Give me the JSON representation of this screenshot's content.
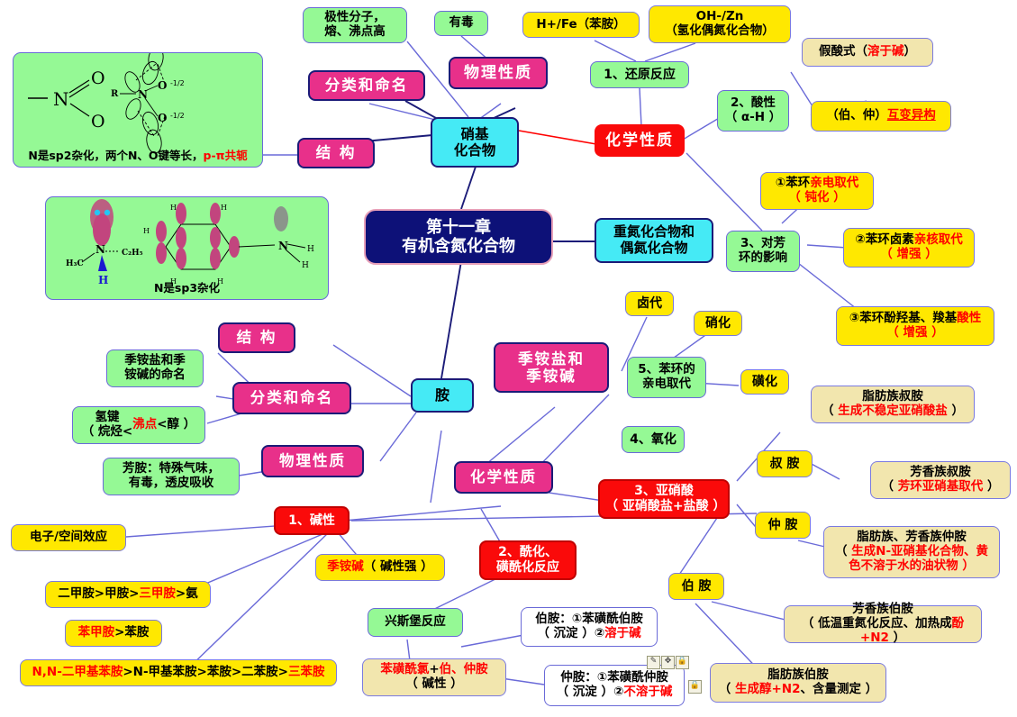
{
  "title": "第十一章 有机含氮化合物 思维导图",
  "colors": {
    "green": "#95f995",
    "yellow": "#ffe800",
    "cream": "#f2e6ae",
    "pink": "#e8308a",
    "cyan": "#45eaf5",
    "red": "#fa0a0a",
    "navy": "#0d1178",
    "link": "#6a6ad8",
    "link_dark": "#1b1b78",
    "link_red": "#ff0000",
    "highlight_text": "#ff0000"
  },
  "center": {
    "label": "第十一章\n有机含氮化合物"
  },
  "branches": {
    "nitro": {
      "label": "硝基\n化合物"
    },
    "amine": {
      "label": "胺"
    },
    "diazo": {
      "label": "重氮化合物和\n偶氮化合物"
    }
  },
  "nitro_children": {
    "physical": {
      "label": "物理性质"
    },
    "classify": {
      "label": "分类和命名"
    },
    "structure": {
      "label": "结  构"
    },
    "chemical": {
      "label": "化学性质"
    }
  },
  "nitro_leaves": {
    "polar": {
      "label": "极性分子，\n熔、沸点高"
    },
    "toxic": {
      "label": "有毒"
    },
    "struct_illus": {
      "caption": "N是sp2杂化，两个N、O键等长，",
      "caption_hl": "p-π共轭"
    }
  },
  "nitro_chem": {
    "reduction": {
      "label": "1、还原反应"
    },
    "acidity": {
      "label": "2、酸性\n（ α-H ）"
    },
    "aromatic_effect": {
      "label": "3、对芳\n环的影响"
    },
    "reduction_reagents": [
      {
        "label": "H+/Fe（苯胺）"
      },
      {
        "label": "OH-/Zn\n（氢化偶氮化合物）"
      }
    ],
    "acidity_items": [
      {
        "label": "假酸式（",
        "hl": "溶于碱",
        "tail": "）"
      },
      {
        "label": "（伯、仲）",
        "hl": "互变异构",
        "tail": ""
      }
    ],
    "aromatic_items": [
      {
        "prefix": "①苯环",
        "hl": "亲电取代",
        "second": "（ 钝化 ）"
      },
      {
        "prefix": "②苯环卤素",
        "hl": "亲核取代",
        "second": "（ 增强 ）"
      },
      {
        "prefix": "③苯环酚羟基、羧基",
        "hl": "酸性",
        "second": "（ 增强 ）"
      }
    ]
  },
  "amine_children": {
    "structure": {
      "label": "结  构"
    },
    "classify": {
      "label": "分类和命名"
    },
    "physical": {
      "label": "物理性质"
    },
    "quaternary": {
      "label": "季铵盐和\n季铵碱"
    },
    "chemical": {
      "label": "化学性质"
    }
  },
  "amine_leaves": {
    "struct_illus": {
      "caption": "N是sp3杂化"
    },
    "quat_naming": {
      "label": "季铵盐和季\n铵碱的命名"
    },
    "hbond": {
      "pre": "氢键\n（ 烷烃<",
      "hl": "沸点",
      "post": "<醇 ）"
    },
    "aryl_amine": {
      "label": "芳胺：特殊气味，\n有毒，透皮吸收"
    }
  },
  "amine_chem": {
    "basicity": {
      "label": "1、碱性"
    },
    "acylation": {
      "label": "2、酰化、\n磺酰化反应"
    },
    "nitrous": {
      "label": "3、亚硝酸\n（ 亚硝酸盐+盐酸 ）"
    },
    "oxidation": {
      "label": "4、氧化"
    },
    "ear_sub": {
      "label": "5、苯环的\n亲电取代"
    }
  },
  "basicity_items": [
    {
      "label": "电子/空间效应"
    },
    {
      "parts": [
        {
          "t": "二甲胺>甲胺>"
        },
        {
          "t": "三甲胺",
          "hl": true
        },
        {
          "t": ">氨"
        }
      ]
    },
    {
      "parts": [
        {
          "t": "苯甲胺",
          "hl": true
        },
        {
          "t": ">苯胺"
        }
      ]
    },
    {
      "parts": [
        {
          "t": "N,N-二甲基苯胺",
          "hl": true
        },
        {
          "t": ">N-甲基苯胺>苯胺>二苯胺>"
        },
        {
          "t": "三苯胺",
          "hl": true
        }
      ]
    },
    {
      "parts": [
        {
          "t": "季铵碱",
          "hl": true
        },
        {
          "t": "（ 碱性强 ）"
        }
      ]
    }
  ],
  "acylation_items": [
    {
      "label": "兴斯堡反应"
    },
    {
      "parts": [
        {
          "t": "苯磺酰氯",
          "hl": true
        },
        {
          "t": "+"
        },
        {
          "t": "伯、仲胺",
          "hl": true
        },
        {
          "t": "\n（ 碱性 ）"
        }
      ]
    },
    {
      "parts": [
        {
          "t": "伯胺：①苯磺酰伯胺\n（ 沉淀 ）②"
        },
        {
          "t": "溶于碱",
          "hl": true
        }
      ]
    },
    {
      "parts": [
        {
          "t": "仲胺：①苯磺酰仲胺\n（ 沉淀 ）②"
        },
        {
          "t": "不溶于碱",
          "hl": true
        }
      ]
    }
  ],
  "ear_items": [
    {
      "label": "卤代"
    },
    {
      "label": "硝化"
    },
    {
      "label": "磺化"
    }
  ],
  "nitrous_items": {
    "tertiary": {
      "label": "叔 胺"
    },
    "secondary": {
      "label": "仲 胺"
    },
    "primary": {
      "label": "伯 胺"
    },
    "tertiary_details": [
      {
        "pre": "脂肪族叔胺\n（ ",
        "hl": "生成不稳定亚硝酸盐",
        "post": " ）"
      },
      {
        "pre": "芳香族叔胺\n（ ",
        "hl": "芳环亚硝基取代",
        "post": " ）"
      }
    ],
    "secondary_details": [
      {
        "pre": "脂肪族、芳香族仲胺\n（ ",
        "hl": "生成N-亚硝基化合物、黄\n色不溶于水的油状物",
        "post": " ）"
      }
    ],
    "primary_details": [
      {
        "pre": "芳香族伯胺\n（ 低温重氮化反应、加热成",
        "hl": "酚+N2",
        "post": " ）"
      },
      {
        "pre": "脂肪族伯胺\n（ ",
        "hl": "生成醇+N2",
        "post": "、含量测定 ）"
      }
    ]
  },
  "selection": {
    "icons": [
      "paint-icon",
      "move-icon",
      "lock-icon"
    ],
    "side_icon": "lock-icon"
  }
}
